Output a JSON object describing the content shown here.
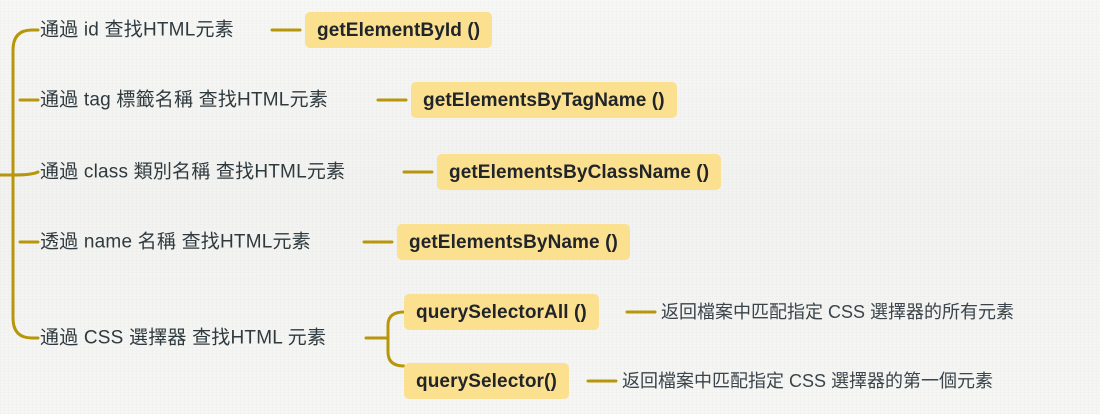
{
  "diagram": {
    "type": "mind-map",
    "title_visible": false,
    "colors": {
      "background": "#f4f4f2",
      "connector": "#b8960a",
      "chip_background": "#fbe08f",
      "chip_text": "#21252a",
      "label_text": "#2f3a3f"
    },
    "root_branch_label": "",
    "branches": [
      {
        "id": "by-id",
        "label": "通過 id 查找HTML元素",
        "method": "getElementById ()",
        "description": "",
        "children": []
      },
      {
        "id": "by-tag",
        "label": "通過 tag 標籤名稱 查找HTML元素",
        "method": "getElementsByTagName ()",
        "description": "",
        "children": []
      },
      {
        "id": "by-class",
        "label": "通過 class 類別名稱 查找HTML元素",
        "method": "getElementsByClassName ()",
        "description": "",
        "children": []
      },
      {
        "id": "by-name",
        "label": "透過 name 名稱 查找HTML元素",
        "method": "getElementsByName ()",
        "description": "",
        "children": []
      },
      {
        "id": "by-css-selector",
        "label": "通過 CSS 選擇器 查找HTML 元素",
        "method": "",
        "description": "",
        "children": [
          {
            "id": "query-selector-all",
            "method": "querySelectorAll ()",
            "description": "返回檔案中匹配指定 CSS 選擇器的所有元素"
          },
          {
            "id": "query-selector",
            "method": "querySelector()",
            "description": "返回檔案中匹配指定 CSS 選擇器的第一個元素"
          }
        ]
      }
    ]
  }
}
